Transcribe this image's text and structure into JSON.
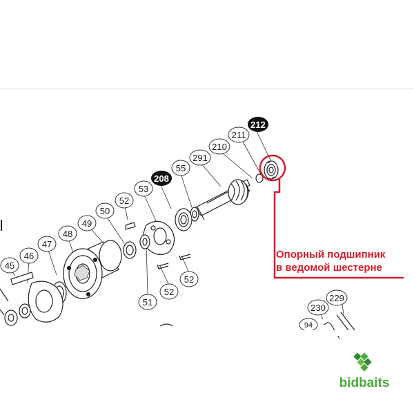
{
  "diagram": {
    "part_labels": {
      "p212": "212",
      "p211": "211",
      "p210": "210",
      "p291": "291",
      "p55": "55",
      "p208": "208",
      "p53": "53",
      "p52a": "52",
      "p50": "50",
      "p49": "49",
      "p48": "48",
      "p47": "47",
      "p46": "46",
      "p45": "45",
      "p52b": "52",
      "p52c": "52",
      "p51": "51",
      "p230": "230",
      "p229": "229",
      "p94": "94"
    },
    "callout": {
      "line1": "Опорный подшипник",
      "line2": "в ведомой шестерне",
      "color": "#d41c2a"
    },
    "brand": {
      "name": "bidbaits",
      "color": "#4aa83a",
      "icon": "bidbaits-logo-icon"
    }
  }
}
